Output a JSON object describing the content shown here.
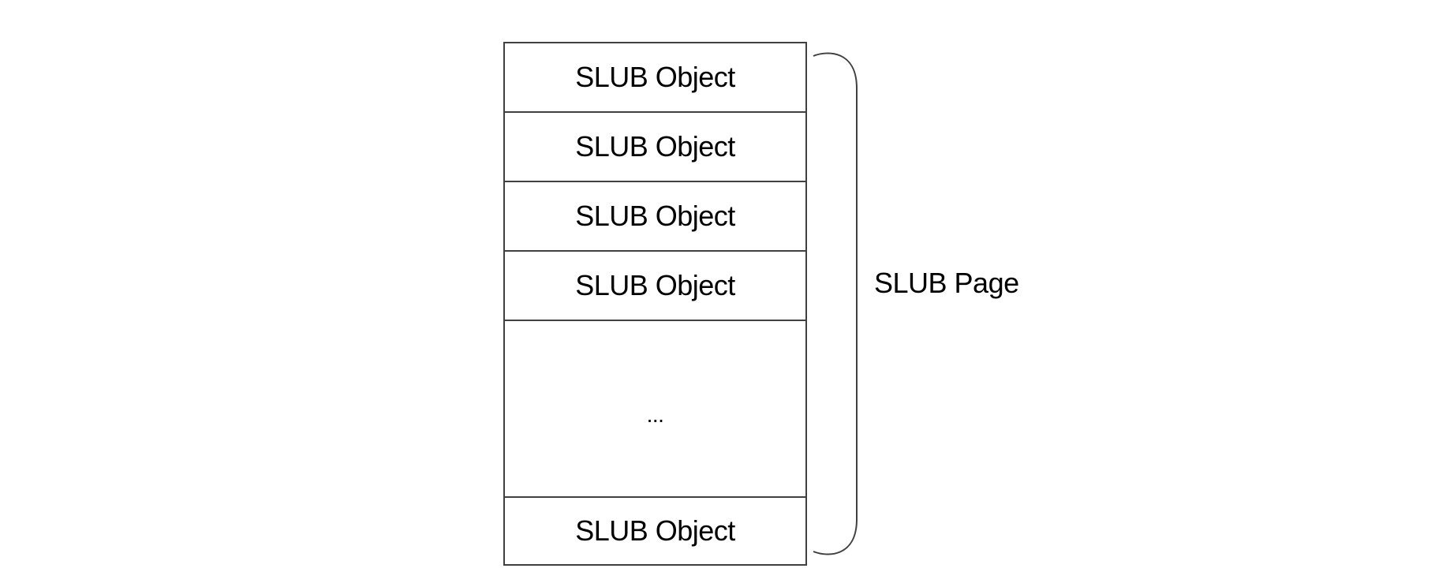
{
  "diagram": {
    "background_color": "#ffffff",
    "line_color": "#404040",
    "text_color": "#000000",
    "stack": {
      "rows": [
        {
          "label": "SLUB Object"
        },
        {
          "label": "SLUB Object"
        },
        {
          "label": "SLUB Object"
        },
        {
          "label": "SLUB Object"
        },
        {
          "label": "..."
        },
        {
          "label": "SLUB Object"
        }
      ]
    },
    "bracket": {
      "label": "SLUB Page"
    }
  }
}
